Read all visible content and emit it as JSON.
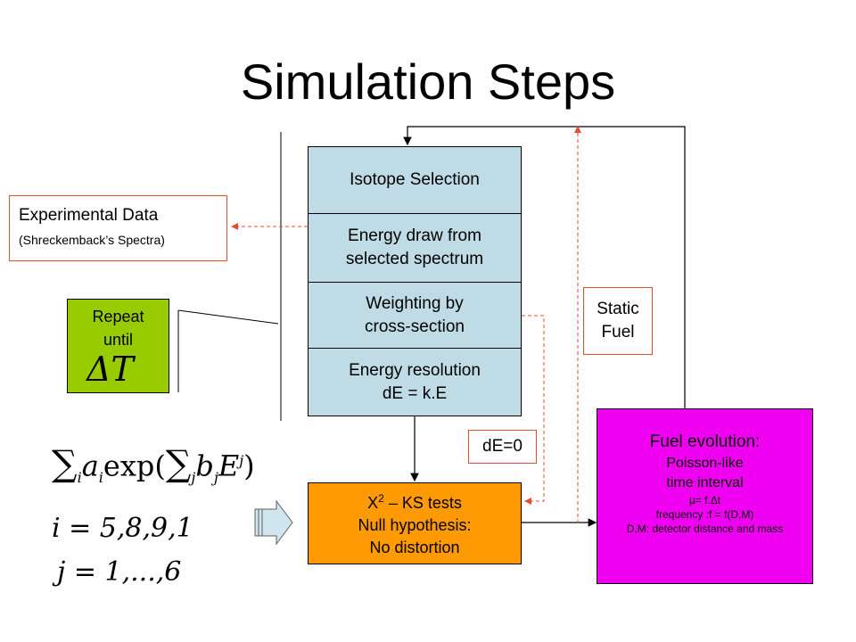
{
  "title": "Simulation Steps",
  "steps": {
    "isotope": "Isotope Selection",
    "energy_draw_1": "Energy draw from",
    "energy_draw_2": "selected spectrum",
    "weighting_1": "Weighting by",
    "weighting_2": "cross-section",
    "resolution_1": "Energy resolution",
    "resolution_2": "dE = k.E"
  },
  "experimental": {
    "line1": "Experimental Data",
    "line2": "(Shreckemback’s Spectra)"
  },
  "repeat": {
    "line1": "Repeat",
    "line2": "until",
    "symbol": "ΔT"
  },
  "static_fuel": {
    "line1": "Static",
    "line2": "Fuel"
  },
  "de_zero": "dE=0",
  "tests": {
    "line1_pre": "X",
    "line1_sup": "2",
    "line1_post": " – KS tests",
    "line2": "Null hypothesis:",
    "line3": "No distortion"
  },
  "fuel_evolution": {
    "title": "Fuel evolution:",
    "line1": "Poisson-like",
    "line2": "time interval",
    "line3": "μ= f.Δt",
    "line4": "frequency :f = f(D,M)",
    "line5": "D,M: detector distance and mass"
  },
  "formula": {
    "sum1": "∑",
    "sub_i": "i",
    "a": "a",
    "exp": "exp(",
    "sum2": "∑",
    "sub_j": "j",
    "b": "b",
    "E": "E",
    "sup_j": "j",
    "close": ")",
    "i_line": "i = 5,8,9,1",
    "j_line": "j = 1,...,6"
  },
  "colors": {
    "steps": "#bfdce6",
    "tests": "#ff9a05",
    "fuel_evolution": "#f000f0",
    "repeat": "#99cc00",
    "dashed_arrows": "#e05030"
  }
}
